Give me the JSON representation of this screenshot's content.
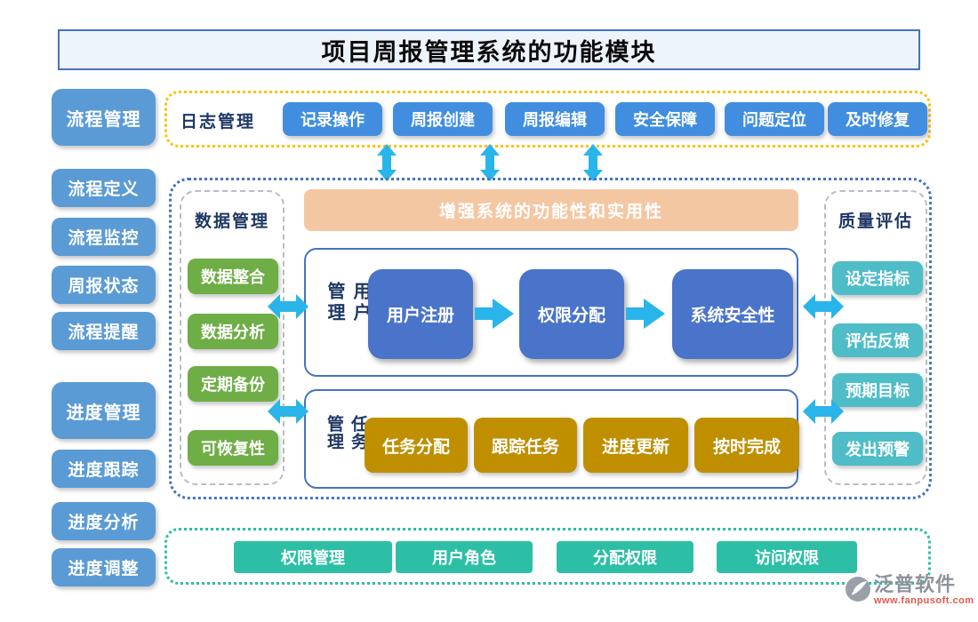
{
  "title": "项目周报管理系统的功能模块",
  "colors": {
    "sidebar_blue": "#5b9bd5",
    "log_button_blue": "#418ee0",
    "flow_button_blue": "#4a74c9",
    "green_button": "#6fae46",
    "gold_button": "#bf8f00",
    "teal_button": "#4fbdc7",
    "perm_button_teal": "#2dbfa6",
    "banner_peach": "#f4c7a3",
    "arrow_cyan": "#29b5ea",
    "label_navy": "#1f3864",
    "border_yellow": "#ffc000",
    "border_blue": "#4472c4",
    "border_teal": "#2bbfa5"
  },
  "sidebar": {
    "items": [
      {
        "label": "流程管理"
      },
      {
        "label": "流程定义"
      },
      {
        "label": "流程监控"
      },
      {
        "label": "周报状态"
      },
      {
        "label": "流程提醒"
      },
      {
        "label": "进度管理"
      },
      {
        "label": "进度跟踪"
      },
      {
        "label": "进度分析"
      },
      {
        "label": "进度调整"
      }
    ]
  },
  "log_section": {
    "label": "日志管理",
    "buttons": [
      "记录操作",
      "周报创建",
      "周报编辑",
      "安全保障",
      "问题定位",
      "及时修复"
    ]
  },
  "core": {
    "banner": "增强系统的功能性和实用性",
    "data_mgmt": {
      "label": "数据管理",
      "buttons": [
        "数据整合",
        "数据分析",
        "定期备份",
        "可恢复性"
      ]
    },
    "user_mgmt": {
      "label": "用户管理",
      "steps": [
        "用户注册",
        "权限分配",
        "系统安全性"
      ]
    },
    "task_mgmt": {
      "label": "任务管理",
      "buttons": [
        "任务分配",
        "跟踪任务",
        "进度更新",
        "按时完成"
      ]
    },
    "quality": {
      "label": "质量评估",
      "buttons": [
        "设定指标",
        "评估反馈",
        "预期目标",
        "发出预警"
      ]
    }
  },
  "perm_section": {
    "buttons": [
      "权限管理",
      "用户角色",
      "分配权限",
      "访问权限"
    ]
  },
  "logo": {
    "name": "泛普软件",
    "url": "www.fanpusoft.com"
  }
}
